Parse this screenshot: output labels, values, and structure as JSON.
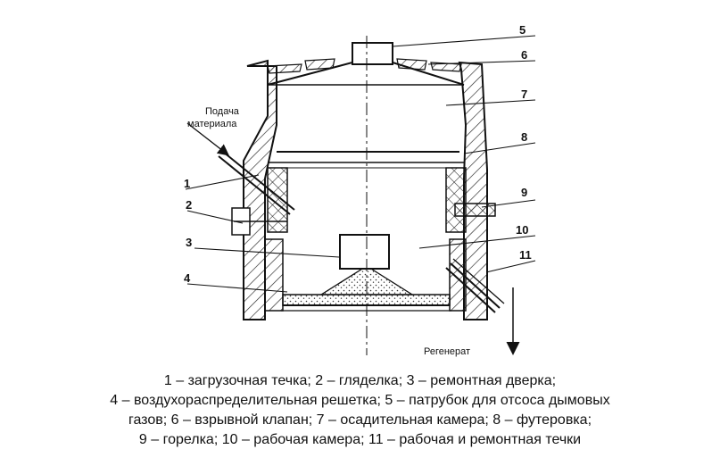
{
  "labels": {
    "feed": [
      "Подача",
      "материала"
    ],
    "regenerat": "Регенерат",
    "numbers": [
      "1",
      "2",
      "3",
      "4",
      "5",
      "6",
      "7",
      "8",
      "9",
      "10",
      "11"
    ]
  },
  "caption": {
    "line1": "1 – загрузочная течка; 2 – гляделка; 3 – ремонтная дверка;",
    "line2": "4 – воздухораспределительная решетка; 5 – патрубок для отсоса дымовых",
    "line3": "газов;  6 – взрывной клапан; 7 – осадительная камера; 8 – футеровка;",
    "line4": "9 – горелка; 10 – рабочая камера; 11 – рабочая и ремонтная течки"
  }
}
